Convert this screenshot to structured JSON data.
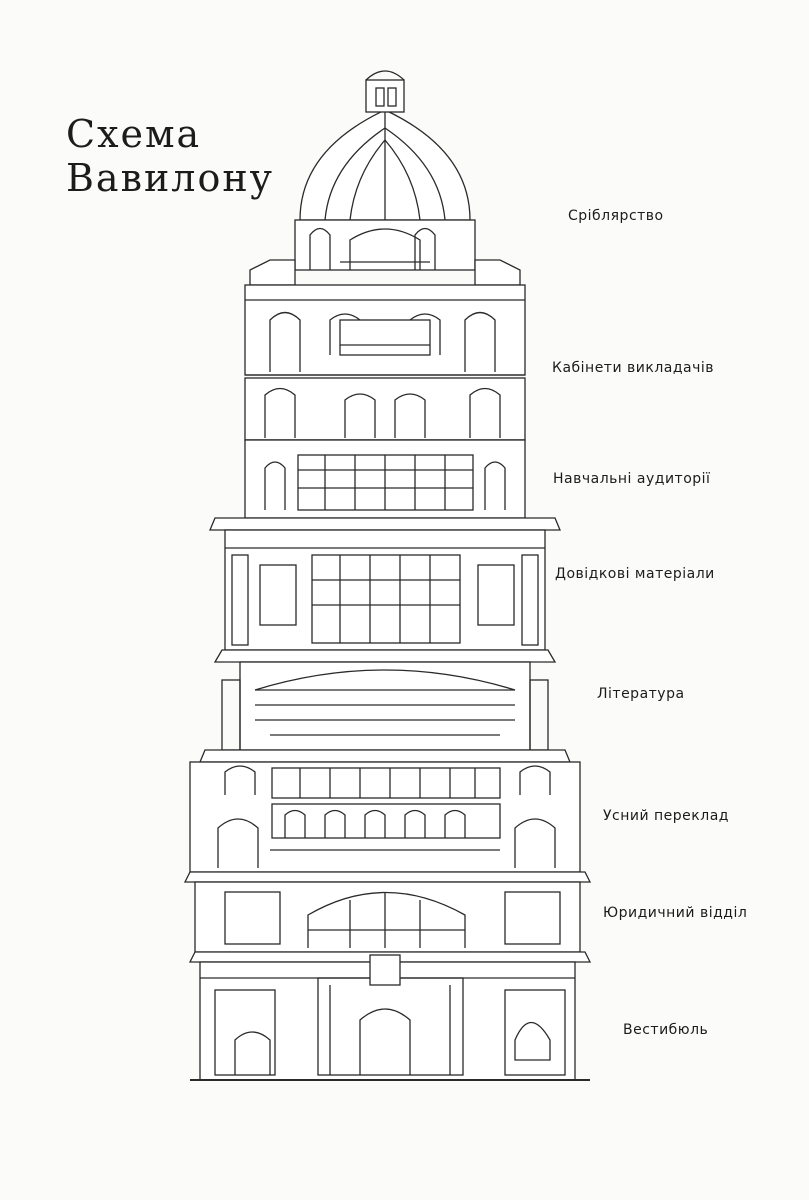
{
  "title": {
    "line1": "Схема",
    "line2": "Вавилону"
  },
  "floors": [
    {
      "id": "silver",
      "label": "Сріблярство"
    },
    {
      "id": "faculty",
      "label": "Кабінети викладачів"
    },
    {
      "id": "classrooms",
      "label": "Навчальні аудиторії"
    },
    {
      "id": "reference",
      "label": "Довідкові матеріали"
    },
    {
      "id": "literature",
      "label": "Література"
    },
    {
      "id": "interpretation",
      "label": "Усний переклад"
    },
    {
      "id": "legal",
      "label": "Юридичний відділ"
    },
    {
      "id": "lobby",
      "label": "Вестибюль"
    }
  ]
}
